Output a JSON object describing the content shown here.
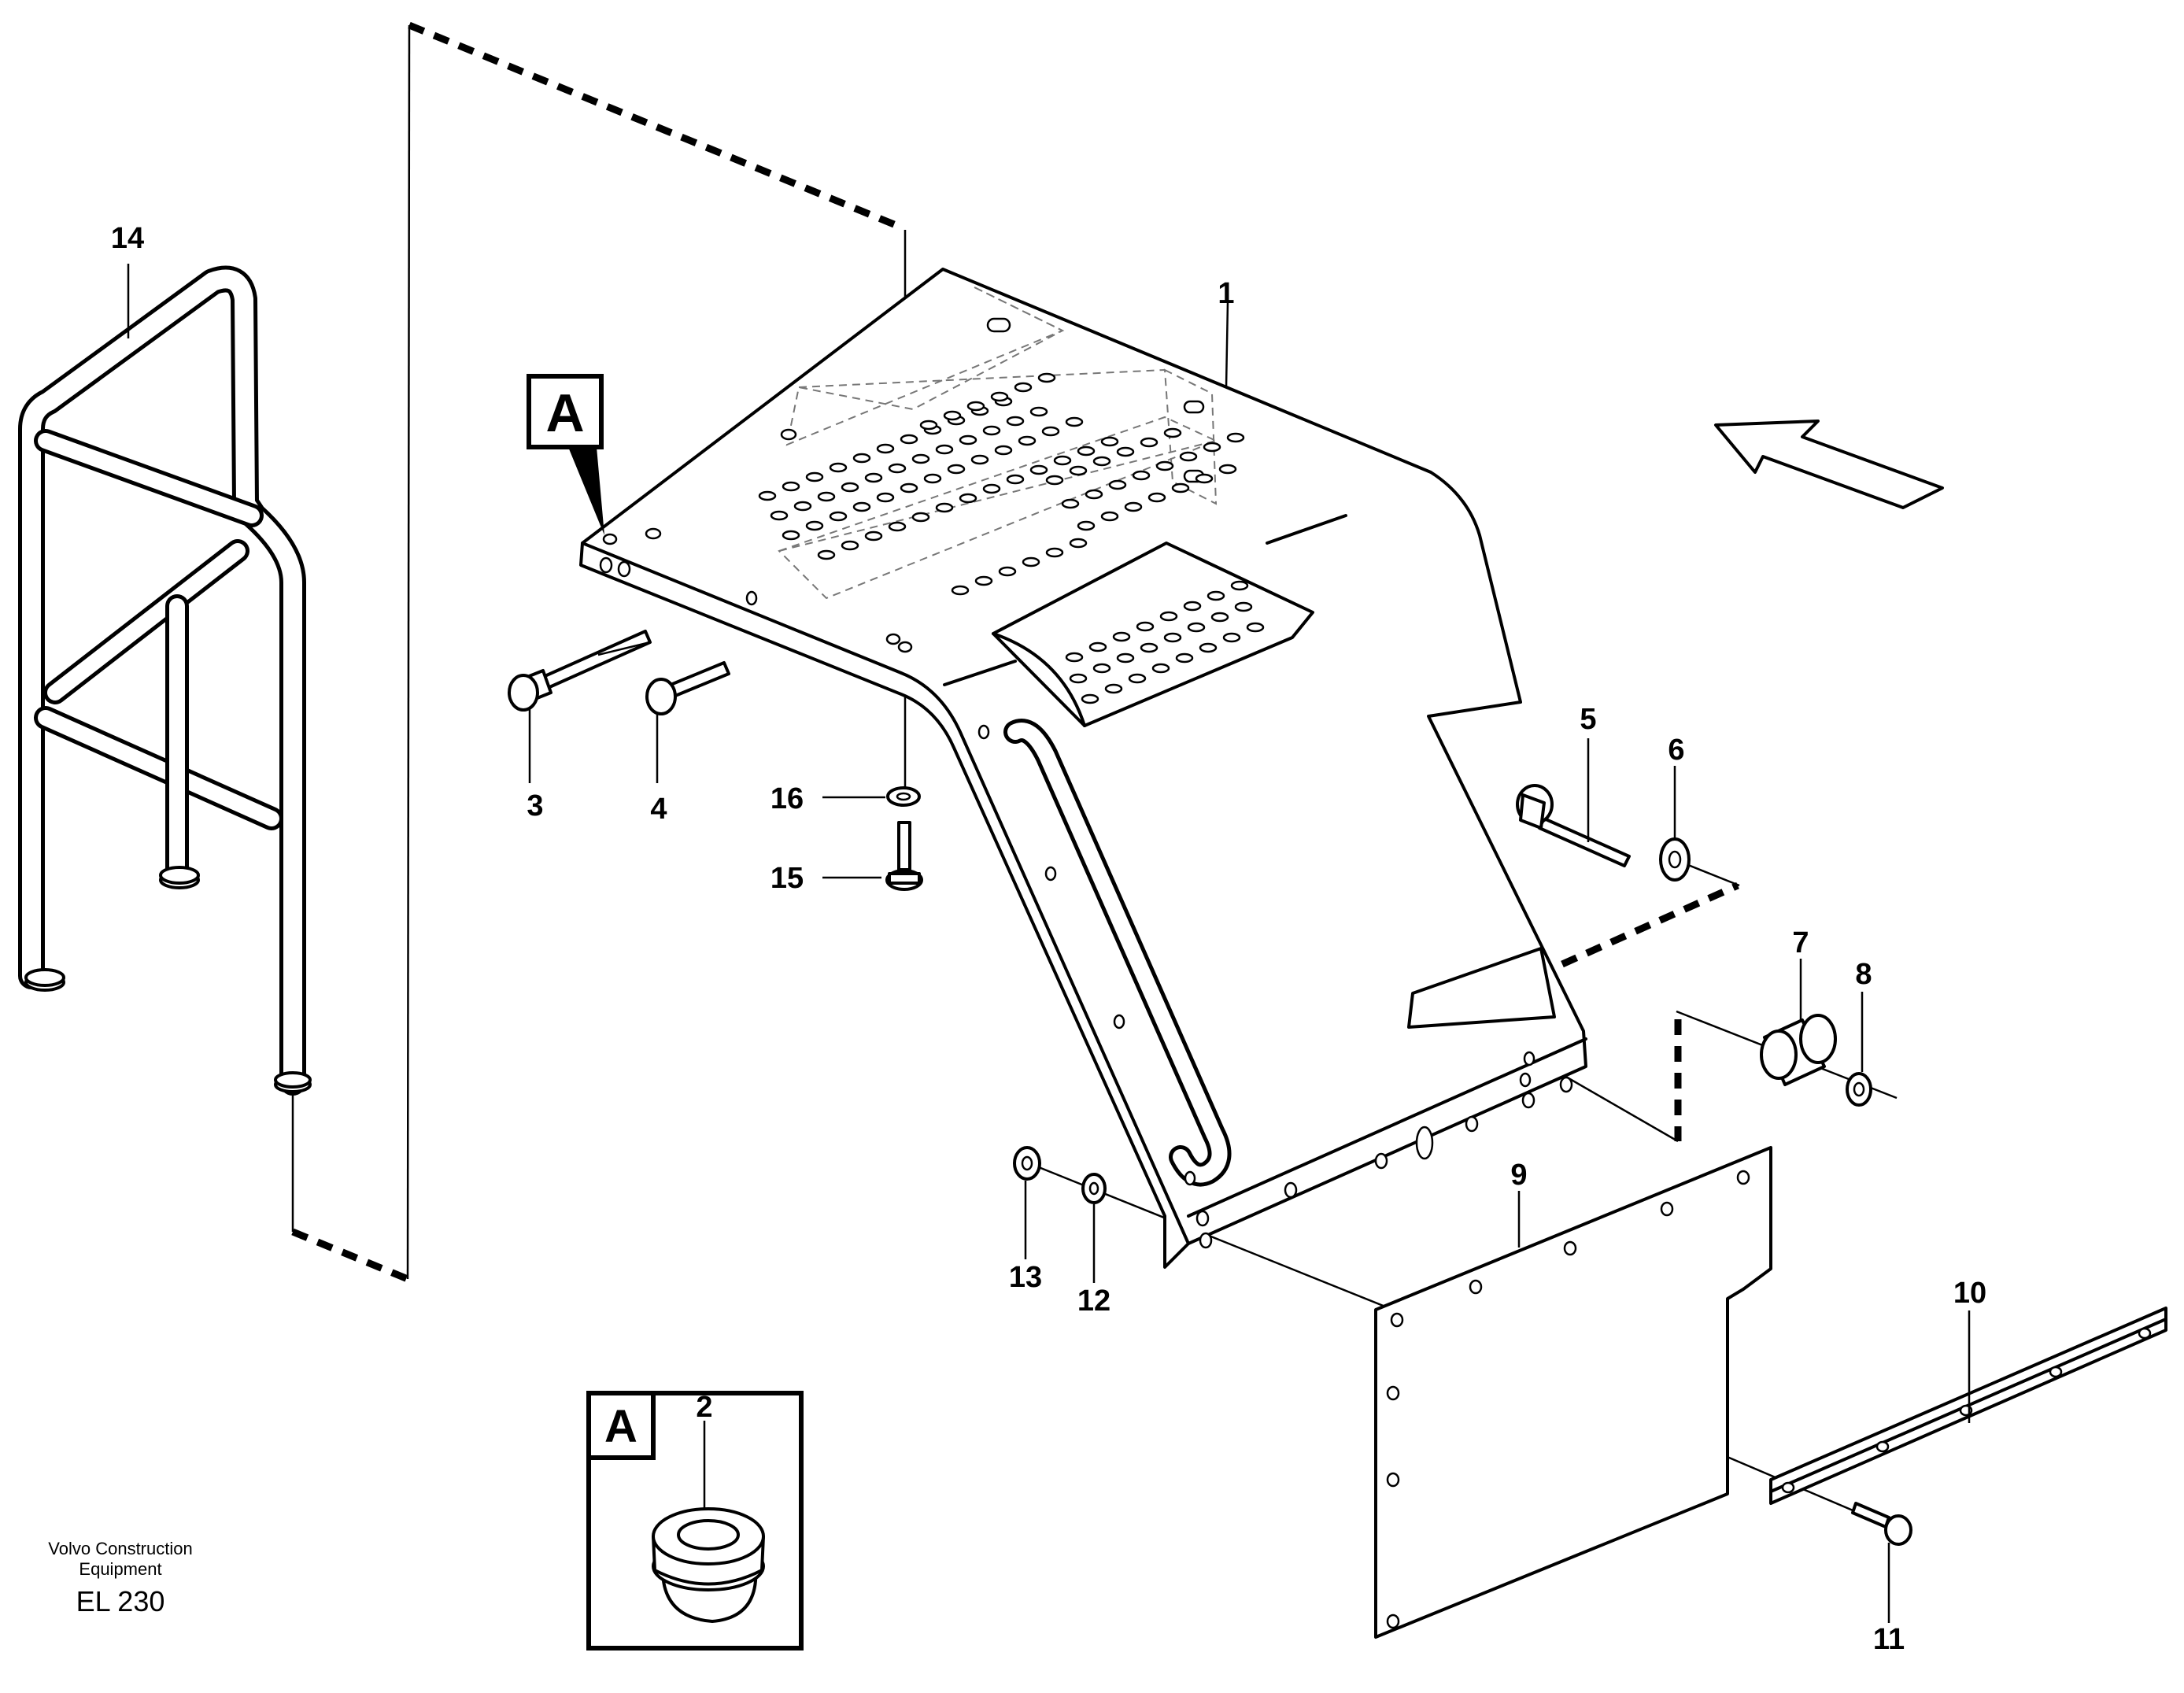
{
  "callouts": {
    "c1": "1",
    "c2": "2",
    "c3": "3",
    "c4": "4",
    "c5": "5",
    "c6": "6",
    "c7": "7",
    "c8": "8",
    "c9": "9",
    "c10": "10",
    "c11": "11",
    "c12": "12",
    "c13": "13",
    "c14": "14",
    "c15": "15",
    "c16": "16"
  },
  "view_marker": "A",
  "detail_label": "A",
  "caption": {
    "company_line1": "Volvo Construction",
    "company_line2": "Equipment",
    "code": "EL 230"
  }
}
